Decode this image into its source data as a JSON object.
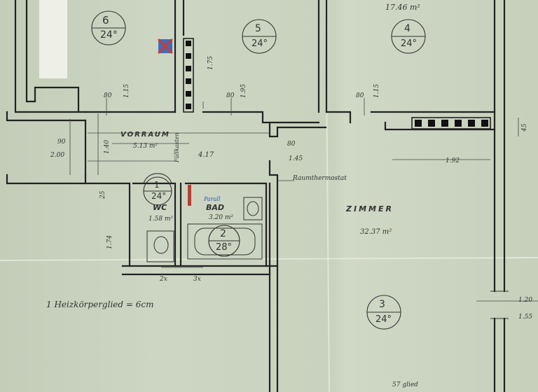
{
  "rooms": [
    {
      "number": "6",
      "temp": "24°"
    },
    {
      "number": "5",
      "temp": "24°"
    },
    {
      "number": "4",
      "temp": "24°",
      "area": "17.46 m²"
    },
    {
      "number": "1",
      "temp": "24°",
      "name": "WC",
      "area": "1.58 m²"
    },
    {
      "number": "2",
      "temp": "28°",
      "name": "BAD",
      "area": "3.20 m²"
    },
    {
      "number": "3",
      "temp": "24°",
      "name": "ZIMMER",
      "area": "32.37 m²"
    }
  ],
  "vorraum": {
    "name": "VORRAUM",
    "area": "5.13 m²"
  },
  "annotations": {
    "note": "1 Heizkörperglied = 6cm",
    "thermostat": "Raumthermostat",
    "parallel": "Parall",
    "filler": "Füllkasten",
    "elem_a": "2x",
    "elem_b": "3x",
    "bottom": "57 glied"
  },
  "dimensions": {
    "d175": "1.75",
    "d80a": "80",
    "d115a": "1.15",
    "d80b": "80",
    "d195": "1.95",
    "d80c": "80",
    "d115b": "1.15",
    "d90": "90",
    "d200": "2.00",
    "d140": "1.40",
    "d417": "4.17",
    "d80d": "80",
    "d145": "1.45",
    "d192": "1.92",
    "d25": "25",
    "d174": "1.74",
    "d45": "45",
    "d120": "1.20",
    "d155": "1.55"
  }
}
